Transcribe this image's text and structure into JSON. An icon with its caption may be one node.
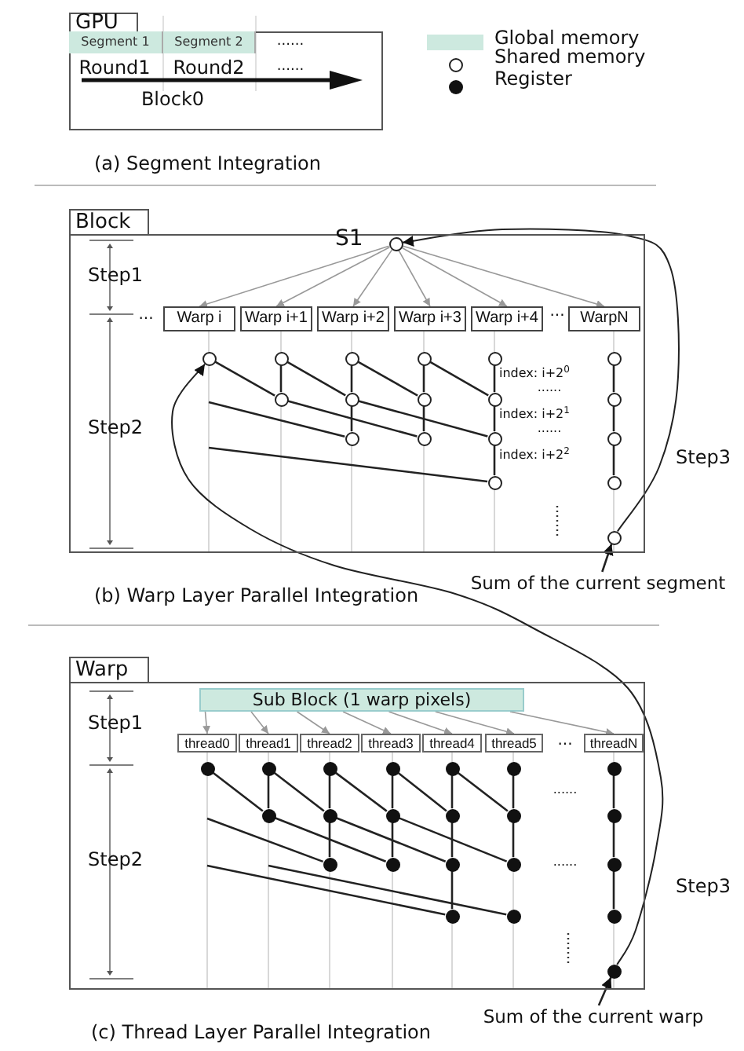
{
  "diagram": {
    "nodes": [
      {
        "text": [
          "GPU"
        ]
      },
      {
        "text": [
          "Segment 1"
        ],
        "in": 0
      },
      {
        "text": [
          "Segment 2"
        ],
        "in": 0
      },
      {
        "text": [
          "Block"
        ]
      },
      {
        "text": [],
        "shape": "circle",
        "beside": [
          "S1"
        ],
        "in": 3
      },
      {
        "text": [
          "Warp i"
        ],
        "in": 3
      },
      {
        "text": [
          "Warp i+1"
        ],
        "in": 3
      },
      {
        "text": [
          "Warp i+2"
        ],
        "in": 3
      },
      {
        "text": [
          "Warp i+3"
        ],
        "in": 3
      },
      {
        "text": [
          "Warp i+4"
        ],
        "in": 3
      },
      {
        "text": [
          "WarpN"
        ],
        "in": 3
      },
      {
        "text": [],
        "shape": "circle",
        "in": 3
      },
      {
        "text": [],
        "shape": "circle",
        "in": 3
      },
      {
        "text": [],
        "shape": "circle",
        "in": 3
      },
      {
        "text": [],
        "shape": "circle",
        "in": 3
      },
      {
        "text": [],
        "shape": "circle",
        "in": 3
      },
      {
        "text": [],
        "shape": "circle",
        "in": 3
      },
      {
        "text": [],
        "shape": "circle",
        "in": 3
      },
      {
        "text": [],
        "shape": "circle",
        "in": 3
      },
      {
        "text": [],
        "shape": "circle",
        "in": 3
      },
      {
        "text": [],
        "shape": "circle",
        "in": 3
      },
      {
        "text": [],
        "shape": "circle",
        "in": 3
      },
      {
        "text": [],
        "shape": "circle",
        "in": 3
      },
      {
        "text": [],
        "shape": "circle",
        "in": 3
      },
      {
        "text": [],
        "shape": "circle",
        "in": 3
      },
      {
        "text": [],
        "shape": "circle",
        "in": 3
      },
      {
        "text": [],
        "shape": "circle",
        "in": 3
      },
      {
        "text": [],
        "shape": "circle",
        "in": 3
      },
      {
        "text": [],
        "shape": "circle",
        "in": 3
      },
      {
        "text": [
          "Sum of the current segment"
        ]
      },
      {
        "text": [
          "Warp"
        ]
      },
      {
        "text": [
          "Sub Block (1 warp pixels)"
        ],
        "in": 30
      },
      {
        "text": [
          "thread0"
        ],
        "in": 30
      },
      {
        "text": [
          "thread1"
        ],
        "in": 30
      },
      {
        "text": [
          "thread2"
        ],
        "in": 30
      },
      {
        "text": [
          "thread3"
        ],
        "in": 30
      },
      {
        "text": [
          "thread4"
        ],
        "in": 30
      },
      {
        "text": [
          "thread5"
        ],
        "in": 30
      },
      {
        "text": [
          "threadN"
        ],
        "in": 30
      },
      {
        "text": [],
        "shape": "dot",
        "in": 30
      },
      {
        "text": [],
        "shape": "dot",
        "in": 30
      },
      {
        "text": [],
        "shape": "dot",
        "in": 30
      },
      {
        "text": [],
        "shape": "dot",
        "in": 30
      },
      {
        "text": [],
        "shape": "dot",
        "in": 30
      },
      {
        "text": [],
        "shape": "dot",
        "in": 30
      },
      {
        "text": [],
        "shape": "dot",
        "in": 30
      },
      {
        "text": [],
        "shape": "dot",
        "in": 30
      },
      {
        "text": [],
        "shape": "dot",
        "in": 30
      },
      {
        "text": [],
        "shape": "dot",
        "in": 30
      },
      {
        "text": [],
        "shape": "dot",
        "in": 30
      },
      {
        "text": [],
        "shape": "dot",
        "in": 30
      },
      {
        "text": [],
        "shape": "dot",
        "in": 30
      },
      {
        "text": [],
        "shape": "dot",
        "in": 30
      },
      {
        "text": [],
        "shape": "dot",
        "in": 30
      },
      {
        "text": [],
        "shape": "dot",
        "in": 30
      },
      {
        "text": [],
        "shape": "dot",
        "in": 30
      },
      {
        "text": [],
        "shape": "dot",
        "in": 30
      },
      {
        "text": [],
        "shape": "dot",
        "in": 30
      },
      {
        "text": [],
        "shape": "dot",
        "in": 30
      },
      {
        "text": [],
        "shape": "dot",
        "in": 30
      },
      {
        "text": [],
        "shape": "dot",
        "in": 30
      },
      {
        "text": [
          "Sum of the current warp"
        ]
      }
    ],
    "edges": [
      {
        "from": 4,
        "to": 5,
        "arrow": "to",
        "color": "#999999"
      },
      {
        "from": 4,
        "to": 6,
        "arrow": "to",
        "color": "#999999"
      },
      {
        "from": 4,
        "to": 7,
        "arrow": "to",
        "color": "#999999"
      },
      {
        "from": 4,
        "to": 8,
        "arrow": "to",
        "color": "#999999"
      },
      {
        "from": 4,
        "to": 9,
        "arrow": "to",
        "color": "#999999"
      },
      {
        "from": 4,
        "to": 10,
        "arrow": "to",
        "color": "#999999"
      },
      {
        "from": 11,
        "to": 17,
        "arrow": "none"
      },
      {
        "from": 12,
        "to": 18,
        "arrow": "none"
      },
      {
        "from": 13,
        "to": 19,
        "arrow": "none"
      },
      {
        "from": 14,
        "to": 20,
        "arrow": "none"
      },
      {
        "from": 12,
        "to": 17,
        "arrow": "none"
      },
      {
        "from": 13,
        "to": 18,
        "arrow": "none"
      },
      {
        "from": 14,
        "to": 19,
        "arrow": "none"
      },
      {
        "from": 15,
        "to": 20,
        "arrow": "none"
      },
      {
        "from": 16,
        "to": 21,
        "arrow": "none"
      },
      {
        "from": null,
        "to": 22,
        "arrow": "none"
      },
      {
        "from": 17,
        "to": 23,
        "arrow": "none"
      },
      {
        "from": 18,
        "to": 24,
        "arrow": "none"
      },
      {
        "from": 18,
        "to": 22,
        "arrow": "none"
      },
      {
        "from": 19,
        "to": 23,
        "arrow": "none"
      },
      {
        "from": 20,
        "to": 24,
        "arrow": "none"
      },
      {
        "from": 21,
        "to": 25,
        "arrow": "none"
      },
      {
        "from": null,
        "to": 26,
        "arrow": "none"
      },
      {
        "from": 24,
        "to": 26,
        "arrow": "none"
      },
      {
        "from": 25,
        "to": 27,
        "arrow": "none"
      },
      {
        "from": 28,
        "to": 4,
        "arrow": "to",
        "label": "Step3"
      },
      {
        "from": 29,
        "to": 28,
        "arrow": "to"
      },
      {
        "from": 31,
        "to": 32,
        "arrow": "to",
        "color": "#999999"
      },
      {
        "from": 31,
        "to": 33,
        "arrow": "to",
        "color": "#999999"
      },
      {
        "from": 31,
        "to": 34,
        "arrow": "to",
        "color": "#999999"
      },
      {
        "from": 31,
        "to": 35,
        "arrow": "to",
        "color": "#999999"
      },
      {
        "from": 31,
        "to": 36,
        "arrow": "to",
        "color": "#999999"
      },
      {
        "from": 31,
        "to": 37,
        "arrow": "to",
        "color": "#999999"
      },
      {
        "from": 31,
        "to": 38,
        "arrow": "to",
        "color": "#999999"
      },
      {
        "from": 39,
        "to": 46,
        "arrow": "none"
      },
      {
        "from": 40,
        "to": 47,
        "arrow": "none"
      },
      {
        "from": 41,
        "to": 48,
        "arrow": "none"
      },
      {
        "from": 42,
        "to": 49,
        "arrow": "none"
      },
      {
        "from": 43,
        "to": 50,
        "arrow": "none"
      },
      {
        "from": 40,
        "to": 46,
        "arrow": "none"
      },
      {
        "from": 41,
        "to": 47,
        "arrow": "none"
      },
      {
        "from": 42,
        "to": 48,
        "arrow": "none"
      },
      {
        "from": 43,
        "to": 49,
        "arrow": "none"
      },
      {
        "from": 44,
        "to": 50,
        "arrow": "none"
      },
      {
        "from": 45,
        "to": 51,
        "arrow": "none"
      },
      {
        "from": null,
        "to": 52,
        "arrow": "none"
      },
      {
        "from": 46,
        "to": 53,
        "arrow": "none"
      },
      {
        "from": 47,
        "to": 54,
        "arrow": "none"
      },
      {
        "from": 48,
        "to": 55,
        "arrow": "none"
      },
      {
        "from": 47,
        "to": 52,
        "arrow": "none"
      },
      {
        "from": 48,
        "to": 53,
        "arrow": "none"
      },
      {
        "from": 49,
        "to": 54,
        "arrow": "none"
      },
      {
        "from": 50,
        "to": 55,
        "arrow": "none"
      },
      {
        "from": 51,
        "to": 56,
        "arrow": "none"
      },
      {
        "from": null,
        "to": 57,
        "arrow": "none"
      },
      {
        "from": null,
        "to": 58,
        "arrow": "none"
      },
      {
        "from": 54,
        "to": 57,
        "arrow": "none"
      },
      {
        "from": 56,
        "to": 59,
        "arrow": "none"
      },
      {
        "from": 60,
        "to": 11,
        "arrow": "to",
        "label": "Step3"
      },
      {
        "from": 61,
        "to": 60,
        "arrow": "to"
      }
    ],
    "labels": [
      "......",
      "Round1",
      "Round2",
      "......",
      "Block0",
      "(a) Segment Integration",
      "Step1",
      "...",
      "...",
      "index: i+2$^{0}$",
      "......",
      "index: i+2$^{1}$",
      "Step2",
      "......",
      "index: i+2$^{2}$",
      "(b) Warp Layer Parallel Integration",
      "Step1",
      "...",
      "......",
      "Step2",
      "......",
      "(c) Thread Layer Parallel Integration"
    ],
    "legend": [
      {
        "text": "Global memory",
        "color": "#cde9df"
      },
      {
        "text": "Shared memory"
      },
      {
        "text": "Register"
      }
    ]
  }
}
